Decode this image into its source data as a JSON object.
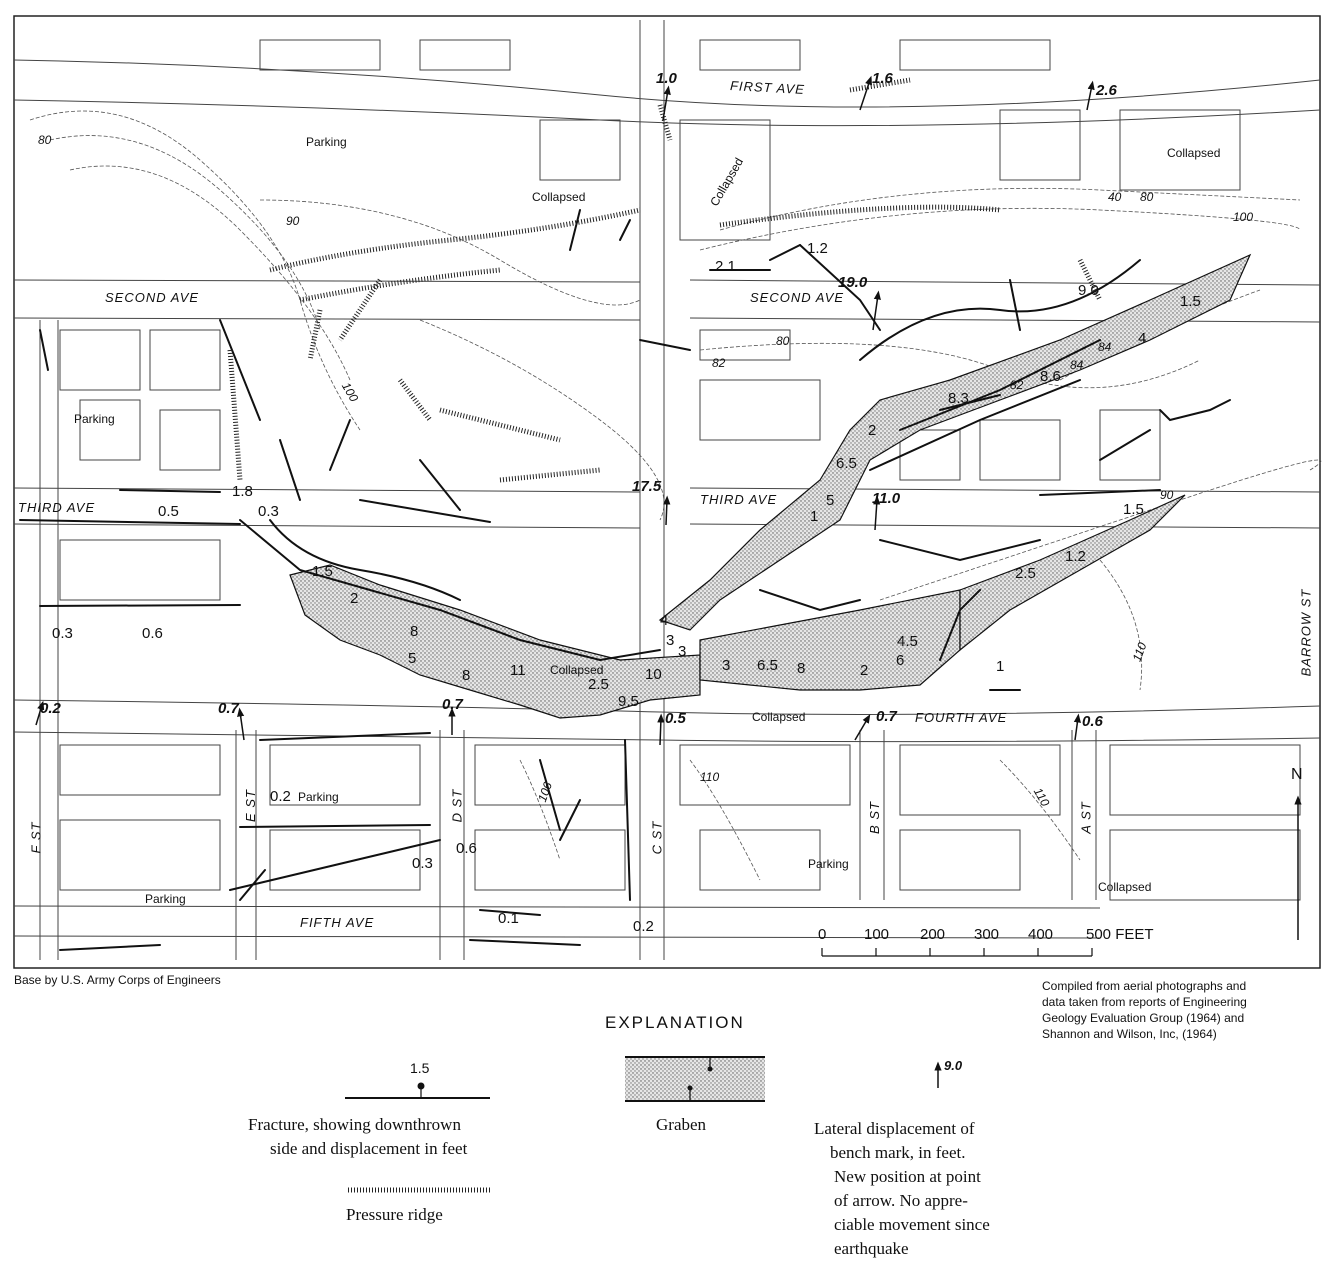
{
  "streets": {
    "first_ave": "FIRST AVE",
    "second_ave_west": "SECOND AVE",
    "second_ave_east": "SECOND AVE",
    "third_ave_west": "THIRD AVE",
    "third_ave_east": "THIRD AVE",
    "fourth_ave": "FOURTH AVE",
    "fifth_ave": "FIFTH AVE",
    "f_st": "F ST",
    "e_st": "E ST",
    "d_st": "D ST",
    "c_st": "C ST",
    "b_st": "B ST",
    "a_st": "A ST",
    "barrow_st": "BARROW ST"
  },
  "place_labels": {
    "parking_1": "Parking",
    "parking_2": "Parking",
    "parking_3": "Parking",
    "parking_4": "Parking",
    "parking_5": "Parking",
    "collapsed_1": "Collapsed",
    "collapsed_2": "Collapsed",
    "collapsed_3": "Collapsed",
    "collapsed_4": "Collapsed",
    "collapsed_5": "Collapsed",
    "collapsed_6": "Collapsed"
  },
  "contours": [
    "80",
    "90",
    "100",
    "82",
    "80",
    "40",
    "80",
    "100",
    "84",
    "82",
    "84",
    "90",
    "110",
    "110",
    "110",
    "106"
  ],
  "fracture_values": [
    "2.1",
    "1.2",
    "9.0",
    "1.5",
    "4",
    "8.6",
    "8.3",
    "2",
    "6.5",
    "5",
    "1",
    "0.5",
    "1.8",
    "0.3",
    "1.5",
    "2",
    "8",
    "5",
    "8",
    "11",
    "2.5",
    "9.5",
    "10",
    "3",
    "4",
    "3",
    "3",
    "6.5",
    "8",
    "4.5",
    "2",
    "6",
    "2.5",
    "1.2",
    "1.5",
    "1",
    "0.3",
    "0.6",
    "0.2",
    "0.3",
    "0.6",
    "0.1",
    "0.2"
  ],
  "displacements": [
    "1.0",
    "1.6",
    "2.6",
    "19.0",
    "17.5",
    "11.0",
    "0.2",
    "0.7",
    "0.7",
    "0.5",
    "0.7",
    "0.6"
  ],
  "scale": {
    "ticks": [
      "0",
      "100",
      "200",
      "300",
      "400",
      "500 FEET"
    ]
  },
  "north": "N",
  "credits": {
    "base": "Base by U.S. Army Corps of Engineers",
    "compiled_1": "Compiled from aerial photographs and",
    "compiled_2": "data taken from reports of Engineering",
    "compiled_3": "Geology Evaluation Group (1964) and",
    "compiled_4": "Shannon and Wilson, Inc, (1964)"
  },
  "legend": {
    "title": "EXPLANATION",
    "fracture_sample_value": "1.5",
    "fracture_1": "Fracture, showing downthrown",
    "fracture_2": "side and displacement in feet",
    "graben": "Graben",
    "pressure_ridge": "Pressure ridge",
    "arrow_sample_value": "9.0",
    "lateral_1": "Lateral displacement of",
    "lateral_2": "bench  mark, in feet.",
    "lateral_3": "New position at point",
    "lateral_4": "of arrow.  No appre-",
    "lateral_5": "ciable movement since",
    "lateral_6": "earthquake"
  }
}
